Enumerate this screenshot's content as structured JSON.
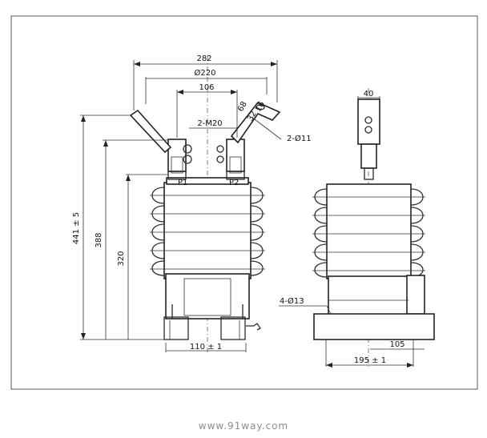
{
  "dimensions": {
    "overall_width": "282",
    "diameter_220": "Ø220",
    "terminal_spacing": "106",
    "thread_label": "2-M20",
    "hole_label": "2-Ø11",
    "bracket_68": "68",
    "bracket_32": "32",
    "bracket_16": "16",
    "height_total": "441 ± 5",
    "height_388": "388",
    "height_320": "320",
    "base_width": "110 ± 1",
    "terminal_width": "40",
    "mount_hole": "4-Ø13",
    "side_105": "105",
    "side_base": "195 ± 1"
  },
  "terminals": {
    "p1": "P1",
    "p2": "P2"
  },
  "watermark": "www.91way.com"
}
